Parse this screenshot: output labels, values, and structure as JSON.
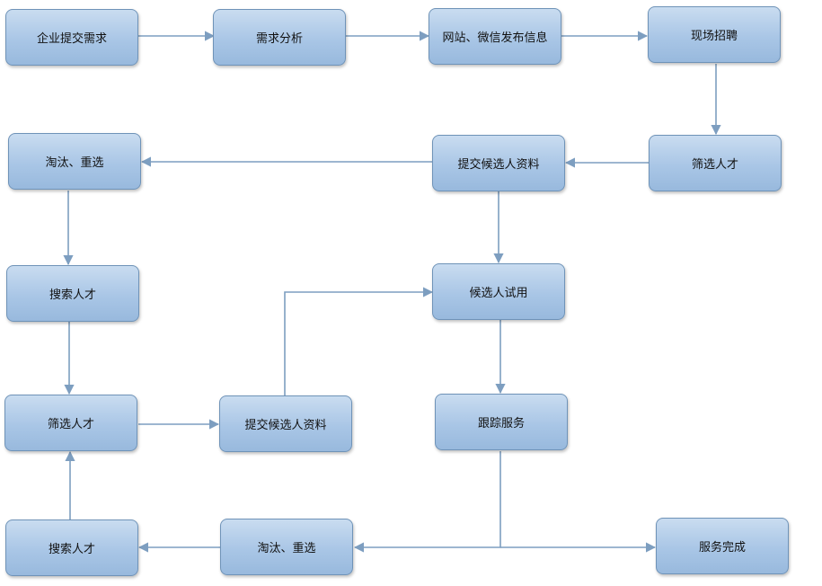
{
  "nodes": {
    "n1": "企业提交需求",
    "n2": "需求分析",
    "n3": "网站、微信发布信息",
    "n4": "现场招聘",
    "n5": "筛选人才",
    "n6": "提交候选人资料",
    "n7": "淘汰、重选",
    "n8": "候选人试用",
    "n9": "搜索人才",
    "n10": "筛选人才",
    "n11": "提交候选人资料",
    "n12": "跟踪服务",
    "n13": "搜索人才",
    "n14": "淘汰、重选",
    "n15": "服务完成"
  },
  "edges": [
    [
      "n1",
      "n2"
    ],
    [
      "n2",
      "n3"
    ],
    [
      "n3",
      "n4"
    ],
    [
      "n4",
      "n5"
    ],
    [
      "n5",
      "n6"
    ],
    [
      "n6",
      "n7"
    ],
    [
      "n6",
      "n8"
    ],
    [
      "n7",
      "n9"
    ],
    [
      "n9",
      "n10"
    ],
    [
      "n10",
      "n11"
    ],
    [
      "n11",
      "n8"
    ],
    [
      "n8",
      "n12"
    ],
    [
      "n12",
      "n14"
    ],
    [
      "n12",
      "n15"
    ],
    [
      "n14",
      "n13"
    ],
    [
      "n13",
      "n10"
    ]
  ],
  "colors": {
    "node_fill_top": "#c9dcf0",
    "node_fill_bottom": "#98b9dd",
    "node_border": "#6f93b8",
    "edge": "#7d9ec0"
  }
}
